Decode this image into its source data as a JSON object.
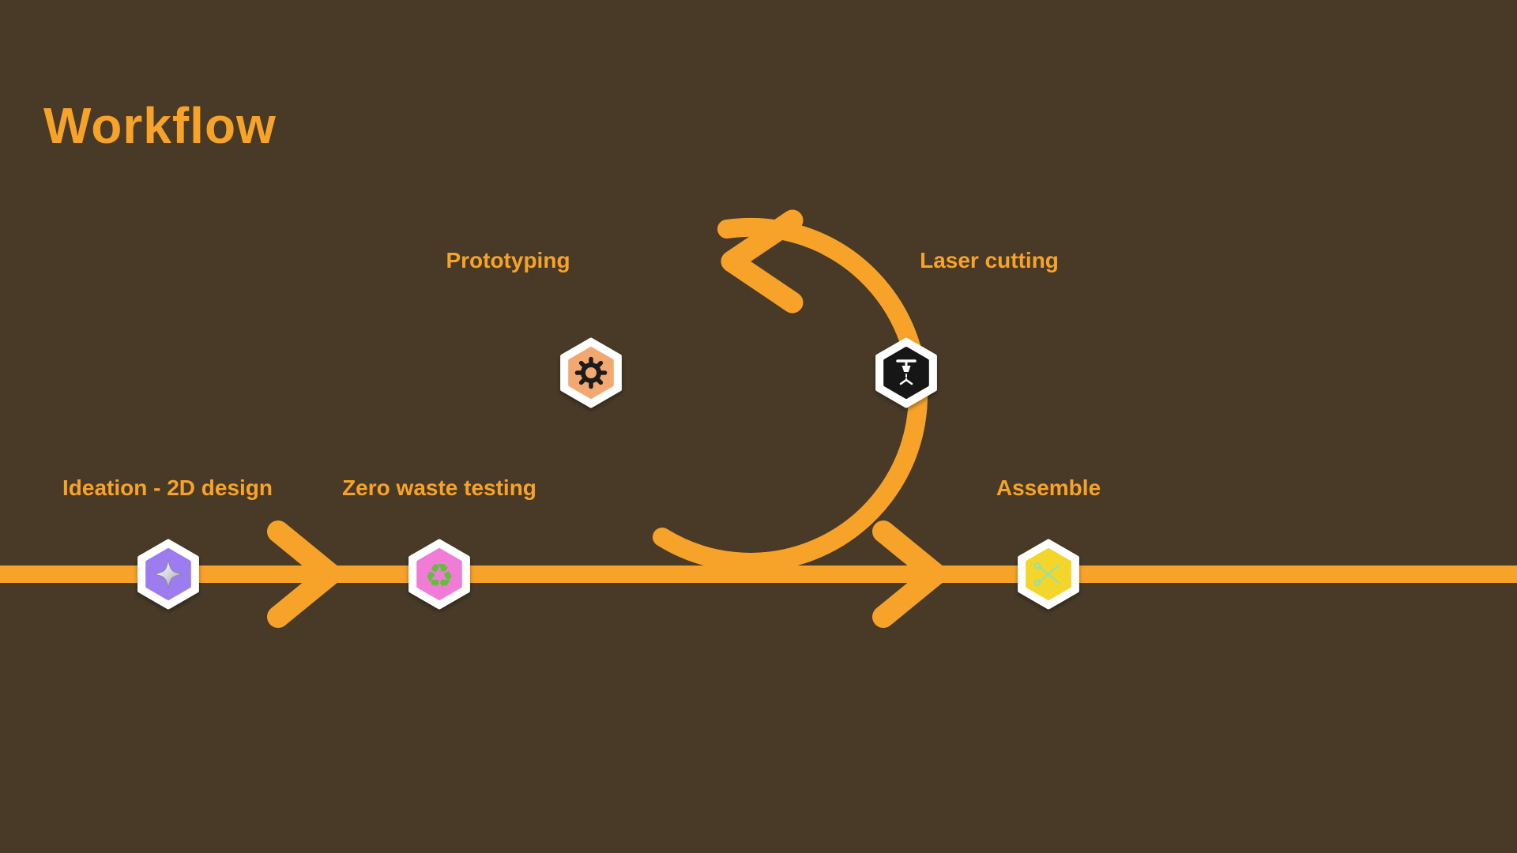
{
  "title": "Workflow",
  "glyphs": {
    "recycle": "♻"
  },
  "colors": {
    "background": "#483A27",
    "accent_orange": "#F7A329",
    "badge_ideation": "#9D7BEF",
    "badge_zero_waste": "#F07BD8",
    "badge_prototyping": "#F2A86F",
    "badge_laser": "#141414",
    "badge_assemble": "#F4D62A",
    "recycle_green": "#63BE3C",
    "tools_green": "#9FDF9C"
  },
  "steps": [
    {
      "label": "Ideation - 2D design",
      "icon": "sparkle-icon"
    },
    {
      "label": "Zero waste testing",
      "icon": "recycle-icon"
    },
    {
      "label": "Prototyping",
      "icon": "gear-icon"
    },
    {
      "label": "Laser cutting",
      "icon": "laser-cutter-icon"
    },
    {
      "label": "Assemble",
      "icon": "crossed-tools-icon"
    }
  ]
}
